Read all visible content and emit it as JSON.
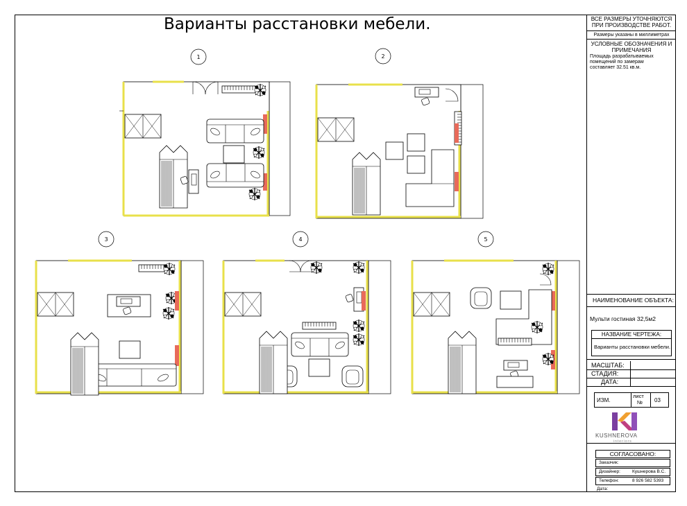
{
  "title": "Варианты расстановки мебели.",
  "plan_numbers": [
    "1",
    "2",
    "3",
    "4",
    "5"
  ],
  "notes": {
    "line1": "ВСЕ РАЗМЕРЫ УТОЧНЯЮТСЯ",
    "line2": "ПРИ ПРОИЗВОДСТВЕ РАБОТ.",
    "units": "Размеры указаны в миллиметрах"
  },
  "legend": {
    "title_line1": "УСЛОВНЫЕ ОБОЗНАЧЕНИЯ И",
    "title_line2": "ПРИМЕЧАНИЯ",
    "text_line1": "Площадь разрабатываемых",
    "text_line2": "помещений по замерам",
    "text_line3": "составляет 32.51 кв.м."
  },
  "object": {
    "label": "НАИМЕНОВАНИЕ ОБЪЕКТА:",
    "value": "Мульти гостиная 32,5м2"
  },
  "drawing": {
    "label": "НАЗВАНИЕ ЧЕРТЕЖА:",
    "value": "Варианты расстановки мебели."
  },
  "meta": {
    "scale": "МАСШТАБ:",
    "stage": "СТАДИЯ:",
    "date": "ДАТА:",
    "izm": "ИЗМ.",
    "sheet_label_1": "лист",
    "sheet_label_2": "№",
    "sheet_no": "03"
  },
  "brand": {
    "name": "KUSHNEROVA",
    "sub": "interiors"
  },
  "approval": {
    "title": "СОГЛАСОВАНО:",
    "customer_label": "Заказчик:",
    "customer_value": "",
    "designer_label": "Дизайнер:",
    "designer_value": "Кушнерова В.С.",
    "phone_label": "Телефон:",
    "phone_value": "8 926 582 5393",
    "date_label": "Дата:"
  },
  "colors": {
    "wall_yellow": "#e8e04a",
    "radiator_red": "#e86a5a",
    "line": "#000000",
    "logo_purple": "#7b3fa0",
    "logo_orange": "#f0a030"
  }
}
